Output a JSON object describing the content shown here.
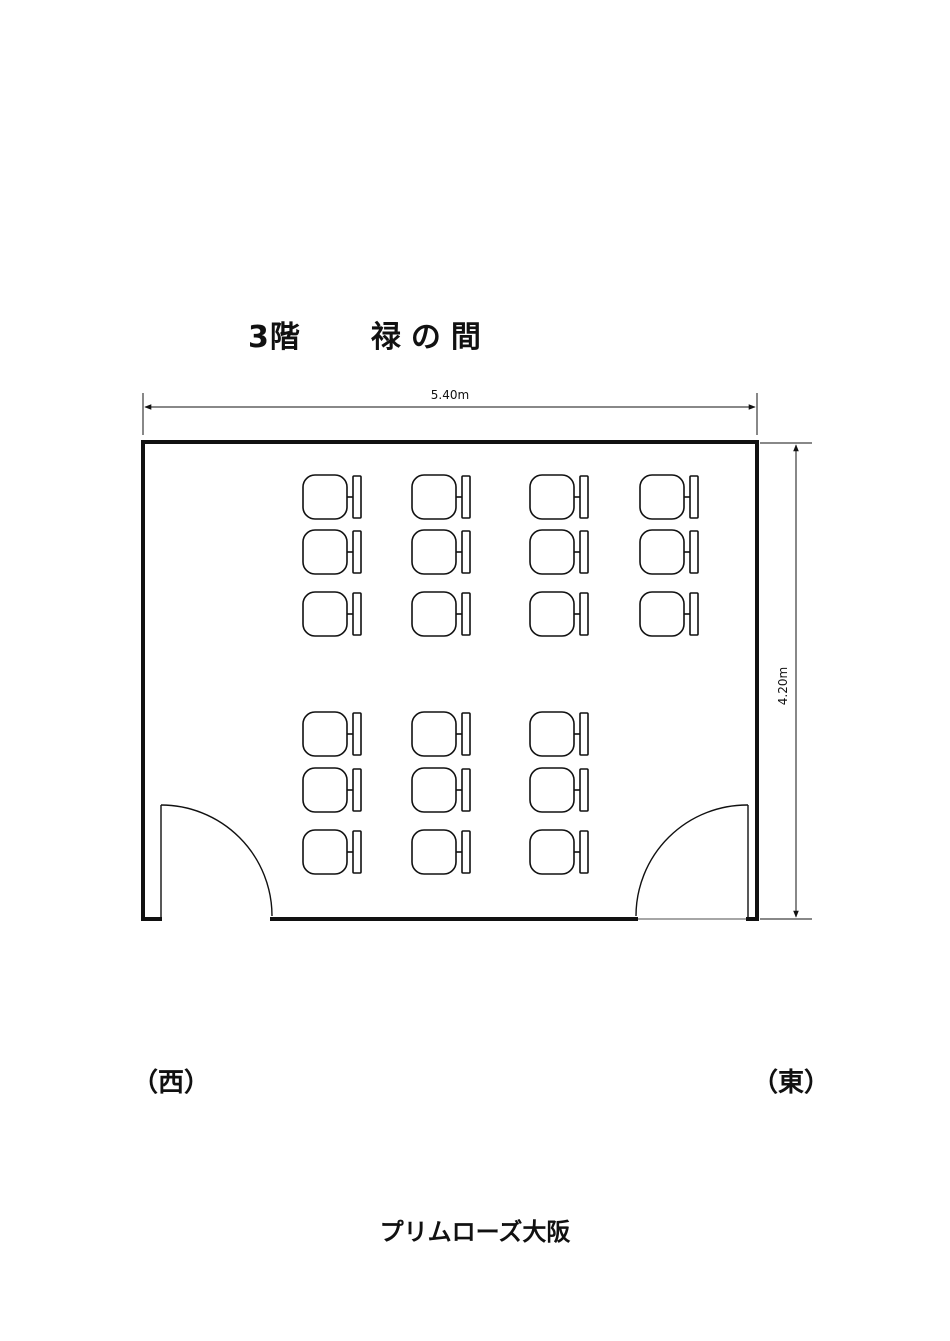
{
  "title": {
    "floor": "3階",
    "room_name": "禄の間"
  },
  "dimensions": {
    "width": "5.40m",
    "depth": "4.20m"
  },
  "directions": {
    "west": "（西）",
    "east": "（東）"
  },
  "footer": {
    "venue": "プリムローズ大阪"
  },
  "seating": {
    "rows": [
      4,
      4,
      4,
      3,
      3,
      3
    ],
    "total_chairs": 21
  }
}
